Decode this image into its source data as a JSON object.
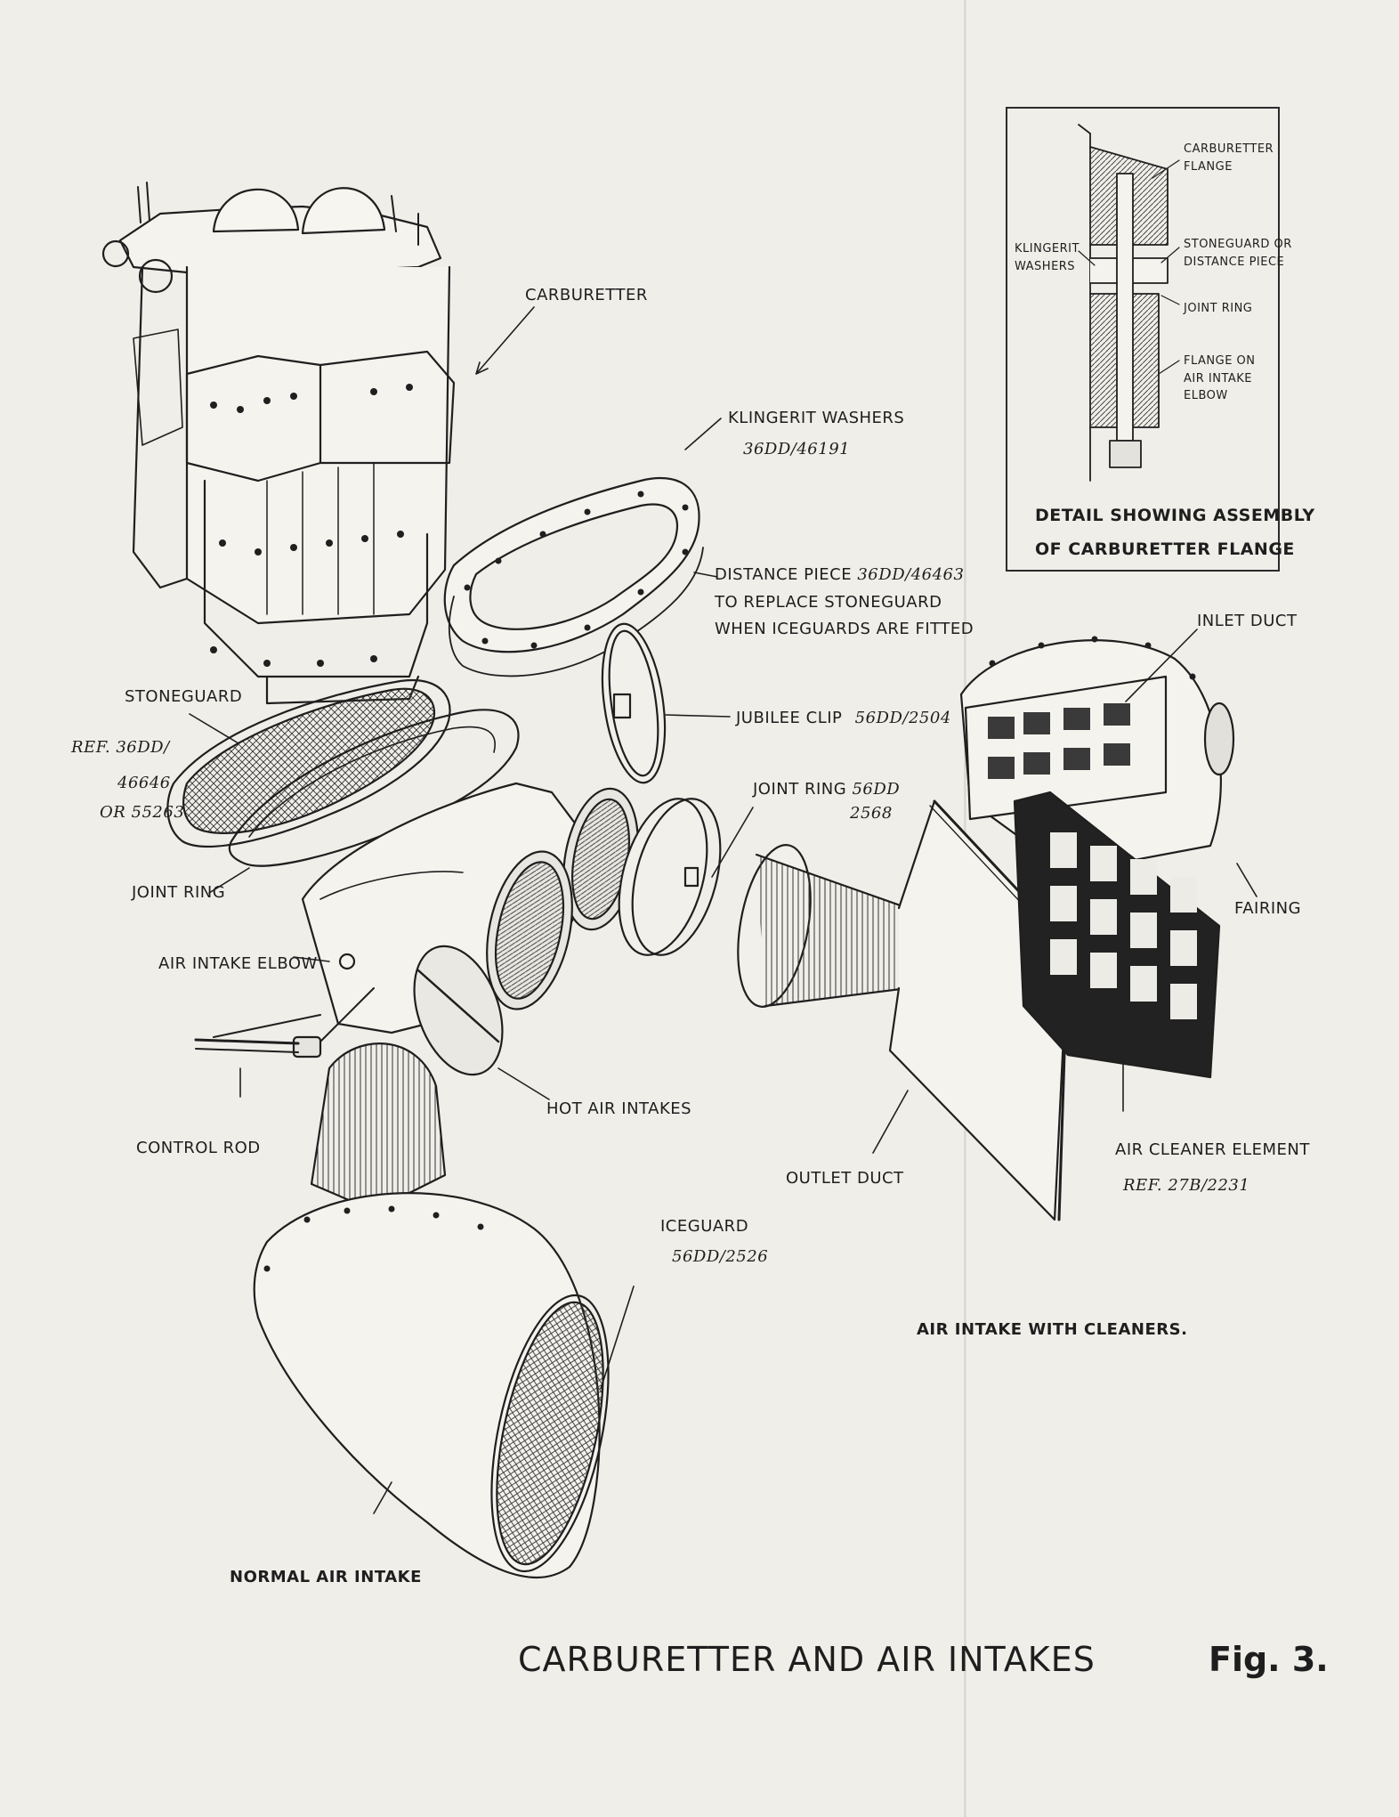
{
  "labels": {
    "carburetter": "CARBURETTER",
    "klingerit_washers": "KLINGERIT WASHERS",
    "klingerit_ref": "36DD/46191",
    "distance_piece_line1": "DISTANCE PIECE",
    "distance_piece_ref": "36DD/46463",
    "distance_piece_line2": "TO REPLACE STONEGUARD",
    "distance_piece_line3": "WHEN ICEGUARDS ARE FITTED",
    "inlet_duct": "INLET DUCT",
    "jubilee_clip": "JUBILEE CLIP",
    "jubilee_ref": "56DD/2504",
    "joint_ring_upper": "JOINT RING",
    "joint_ring_upper_ref_a": "56DD",
    "joint_ring_upper_ref_b": "2568",
    "stoneguard": "STONEGUARD",
    "stoneguard_ref_a": "REF. 36DD/",
    "stoneguard_ref_b": "46646",
    "stoneguard_ref_c": "OR 55263",
    "joint_ring_lower": "JOINT RING",
    "air_intake_elbow": "AIR INTAKE ELBOW",
    "fairing": "FAIRING",
    "control_rod": "CONTROL ROD",
    "hot_air_intakes": "HOT AIR INTAKES",
    "outlet_duct": "OUTLET DUCT",
    "air_cleaner_element": "AIR CLEANER ELEMENT",
    "air_cleaner_ref": "REF. 27B/2231",
    "iceguard": "ICEGUARD",
    "iceguard_ref": "56DD/2526",
    "air_intake_with_cleaners": "AIR INTAKE WITH CLEANERS.",
    "normal_air_intake": "NORMAL AIR INTAKE"
  },
  "detail": {
    "carburetter_flange_1": "CARBURETTER",
    "carburetter_flange_2": "FLANGE",
    "klingerit_1": "KLINGERIT",
    "klingerit_2": "WASHERS",
    "stoneguard_1": "STONEGUARD OR",
    "stoneguard_2": "DISTANCE PIECE",
    "joint_ring": "JOINT RING",
    "flange_1": "FLANGE ON",
    "flange_2": "AIR INTAKE",
    "flange_3": "ELBOW",
    "title_1": "DETAIL SHOWING ASSEMBLY",
    "title_2": "OF CARBURETTER FLANGE"
  },
  "caption": "CARBURETTER AND AIR INTAKES",
  "figure": "Fig. 3."
}
